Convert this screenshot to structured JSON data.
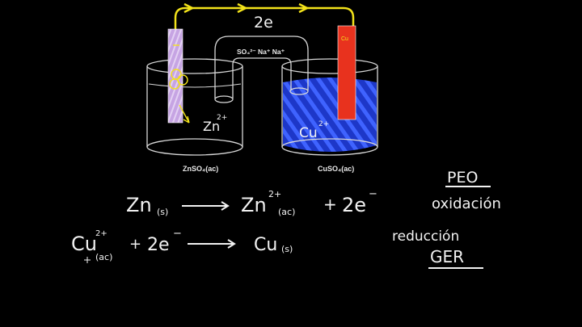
{
  "cell": {
    "electron_label": "2e",
    "bridge_ions": "SO₄²⁻  Na⁺  Na⁺",
    "left_solution": "ZnSO₄(ac)",
    "right_solution": "CuSO₄(ac)",
    "left_ion": "Zn",
    "left_ion_charge": "2+",
    "right_ion": "Cu",
    "right_ion_charge": "2+",
    "right_electrode_label": "Cu"
  },
  "equations": {
    "eq1_left": "Zn",
    "eq1_left_state": "(s)",
    "eq1_right": "Zn",
    "eq1_right_charge": "2+",
    "eq1_right_state": "(ac)",
    "eq1_plus": "+",
    "eq1_electrons": "2e",
    "eq1_electron_charge": "−",
    "eq2_left": "Cu",
    "eq2_left_charge": "2+",
    "eq2_left_state": "(ac)",
    "eq2_plus": "+",
    "eq2_electrons": "2e",
    "eq2_electron_charge": "−",
    "eq2_right": "Cu",
    "eq2_right_state": "(s)"
  },
  "notes": {
    "peo": "PEO",
    "oxidation": "oxidación",
    "reduction": "reducción",
    "ger": "GER"
  },
  "colors": {
    "background": "#000000",
    "wire": "#f2e21a",
    "zinc_electrode": "#c9a6e6",
    "copper_electrode": "#e8321e",
    "cuso4_solution": "#1f3fd9",
    "glass": "#d8d8d8"
  }
}
